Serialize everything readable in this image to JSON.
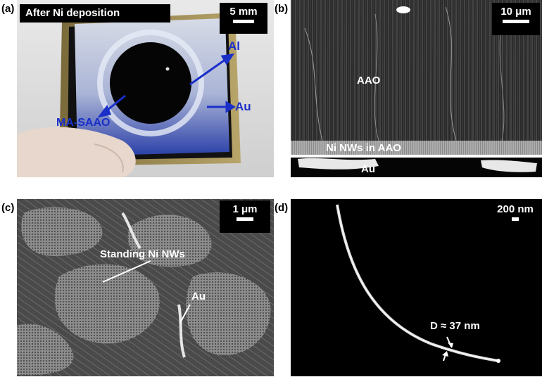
{
  "panels": {
    "a": {
      "letter": "(a)",
      "header": "After Ni deposition",
      "scale": "5 mm",
      "labels": {
        "al": "Al",
        "au": "Au",
        "ma_saao": "MA-SAAO"
      }
    },
    "b": {
      "letter": "(b)",
      "scale": "10 μm",
      "labels": {
        "aao": "AAO",
        "ni_nws": "Ni NWs in AAO",
        "au": "Au"
      }
    },
    "c": {
      "letter": "(c)",
      "scale": "1 μm",
      "labels": {
        "standing": "Standing Ni NWs",
        "au": "Au"
      }
    },
    "d": {
      "letter": "(d)",
      "scale": "200 nm",
      "labels": {
        "diameter": "D ≈ 37 nm"
      }
    }
  },
  "colors": {
    "arrow_blue": "#1a2fc8",
    "sem_bg": "#2b2b2b"
  }
}
